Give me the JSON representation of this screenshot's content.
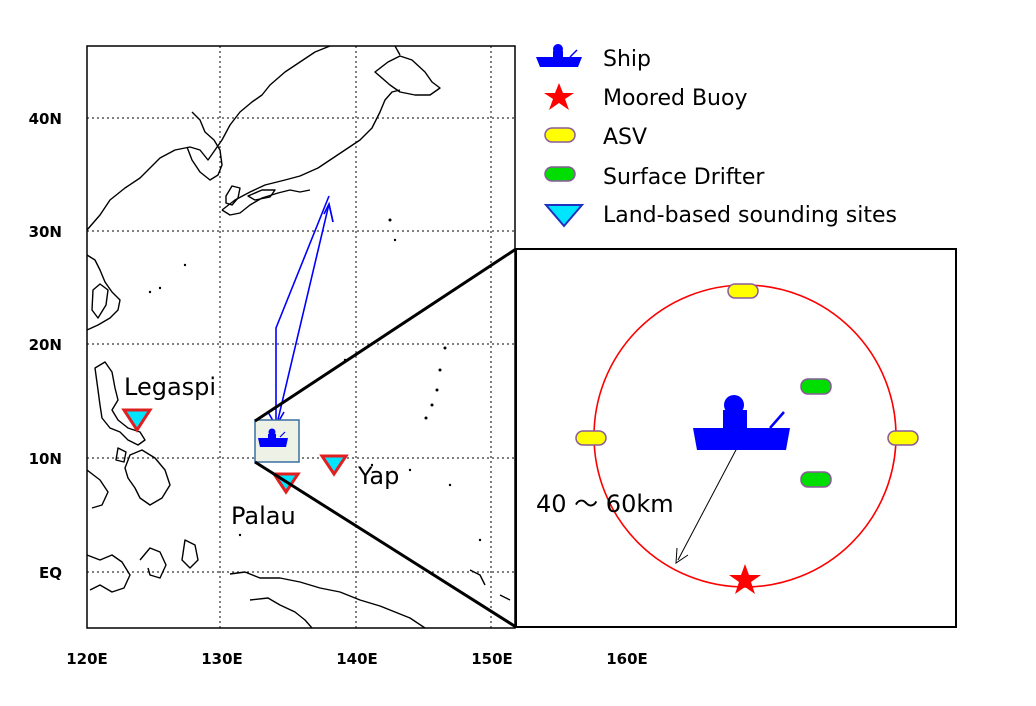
{
  "map": {
    "x_ticks": [
      "120E",
      "130E",
      "140E",
      "150E",
      "160E"
    ],
    "y_ticks": [
      "40N",
      "30N",
      "20N",
      "10N",
      "EQ"
    ]
  },
  "legend": {
    "items": [
      {
        "label": "Ship",
        "icon": "ship-icon",
        "color": "#0000ff"
      },
      {
        "label": "Moored Buoy",
        "icon": "star-icon",
        "color": "#ff0000"
      },
      {
        "label": "ASV",
        "icon": "yellow-capsule-icon",
        "color": "#ffff00"
      },
      {
        "label": "Surface Drifter",
        "icon": "green-capsule-icon",
        "color": "#00dd00"
      },
      {
        "label": "Land-based sounding sites",
        "icon": "cyan-triangle-icon",
        "color": "#00e5ff"
      }
    ]
  },
  "sites": [
    {
      "name": "Legaspi"
    },
    {
      "name": "Palau"
    },
    {
      "name": "Yap"
    }
  ],
  "inset": {
    "distance_label": "40 ～ 60km",
    "circle_color": "#ff0000"
  }
}
